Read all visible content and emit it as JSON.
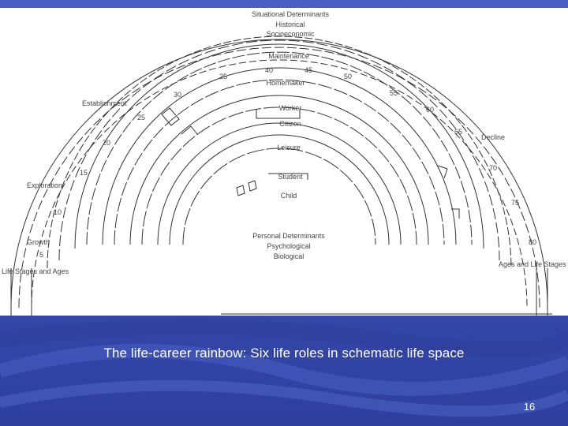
{
  "diagram": {
    "top_labels": [
      "Situational Determinants",
      "Historical",
      "Socioeconomic"
    ],
    "role_labels": [
      "Maintenance",
      "Homemaker",
      "Worker",
      "Citizen",
      "Leisure",
      "Student",
      "Child"
    ],
    "bottom_labels": [
      "Personal Determinants",
      "Psychological",
      "Biological"
    ],
    "stage_labels": [
      "Establishment",
      "Exploration",
      "Growth",
      "Life Stages and Ages",
      "Decline",
      "Ages and Life Stages"
    ],
    "age_labels": [
      "25",
      "30",
      "25",
      "20",
      "15",
      "10",
      "5",
      "40",
      "45",
      "50",
      "55",
      "60",
      "65",
      "70",
      "75",
      "80"
    ]
  },
  "caption": "The life-career rainbow: Six life roles in schematic life space",
  "slide_number": "16",
  "colors": {
    "background": "#3a4fb3",
    "figure": "#ffffff",
    "text": "#ffffff"
  }
}
